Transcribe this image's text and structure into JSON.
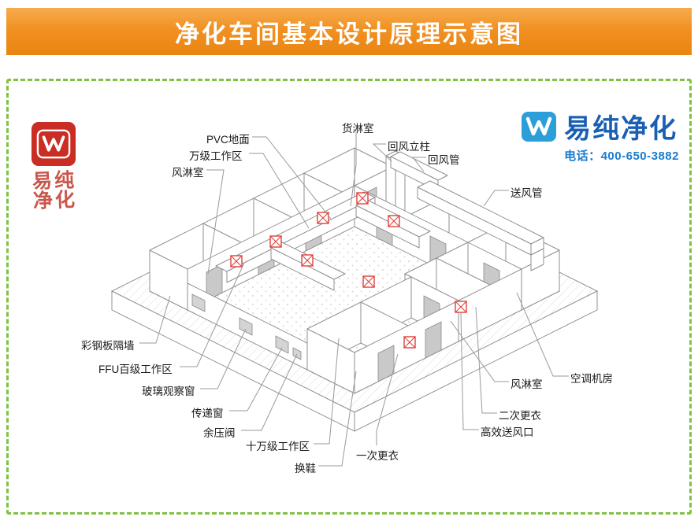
{
  "banner": {
    "title": "净化车间基本设计原理示意图",
    "bg_top": "#f8ab4e",
    "bg_bottom": "#ea8511"
  },
  "brand": {
    "name": "易纯净化",
    "phone": "电话：400-650-3882",
    "color": "#1a5fb4",
    "logo_icon": "w-mark-icon"
  },
  "seal": {
    "chars": [
      "易",
      "纯",
      "净",
      "化"
    ],
    "color": "#c92d23"
  },
  "frame": {
    "border_color": "#7fc241",
    "border_style": "dashed"
  },
  "diagram": {
    "type": "isometric-cleanroom-schematic",
    "accent_floor_color": "#f1b32e",
    "hepa_box_color": "#e2403a",
    "labels": [
      {
        "id": "pvc-floor",
        "text": "PVC地面"
      },
      {
        "id": "class-10k-workzone",
        "text": "万级工作区"
      },
      {
        "id": "air-shower-left",
        "text": "风淋室"
      },
      {
        "id": "cargo-shower",
        "text": "货淋室"
      },
      {
        "id": "return-air-column",
        "text": "回风立柱"
      },
      {
        "id": "return-air-duct",
        "text": "回风管"
      },
      {
        "id": "supply-air-duct",
        "text": "送风管"
      },
      {
        "id": "color-steel-partition",
        "text": "彩钢板隔墙"
      },
      {
        "id": "ffu-class-100-workzone",
        "text": "FFU百级工作区"
      },
      {
        "id": "glass-observation-window",
        "text": "玻璃观察窗"
      },
      {
        "id": "transfer-window",
        "text": "传递窗"
      },
      {
        "id": "pressure-relief-valve",
        "text": "余压阀"
      },
      {
        "id": "class-100k-workzone",
        "text": "十万级工作区"
      },
      {
        "id": "shoe-change",
        "text": "换鞋"
      },
      {
        "id": "first-changing-room",
        "text": "一次更衣"
      },
      {
        "id": "hepa-supply-outlet",
        "text": "高效送风口"
      },
      {
        "id": "second-changing-room",
        "text": "二次更衣"
      },
      {
        "id": "air-shower-right",
        "text": "风淋室"
      },
      {
        "id": "ac-machine-room",
        "text": "空调机房"
      }
    ]
  }
}
